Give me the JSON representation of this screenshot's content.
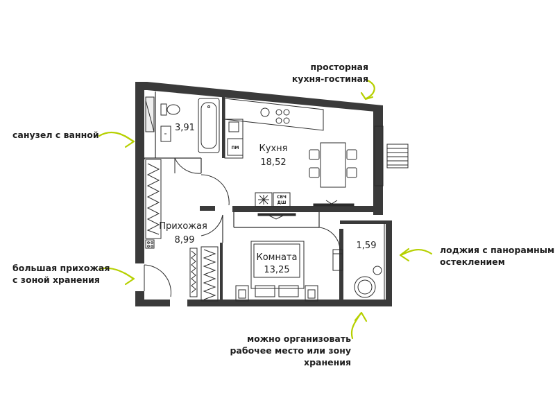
{
  "rooms": {
    "bathroom": {
      "area": "3,91"
    },
    "kitchen": {
      "name": "Кухня",
      "area": "18,52"
    },
    "hallway": {
      "name": "Прихожая",
      "area": "8,99"
    },
    "bedroom": {
      "name": "Комната",
      "area": "13,25"
    },
    "loggia": {
      "area": "1,59"
    }
  },
  "appliances": {
    "dishwasher": "ПМ",
    "microwave_line1": "СВЧ",
    "microwave_line2": "ДШ"
  },
  "callouts": {
    "kitchen_living": [
      "просторная",
      "кухня-гостиная"
    ],
    "bathroom": [
      "санузел с ванной"
    ],
    "hallway": [
      "большая прихожая",
      "с зоной хранения"
    ],
    "loggia": [
      "лоджия с панорамным",
      "остеклением"
    ],
    "workspace": [
      "можно организовать",
      "рабочее место или зону",
      "хранения"
    ]
  },
  "colors": {
    "wall": "#3a3a3a",
    "line": "#2b2b2b",
    "arrow": "#b6d000"
  }
}
